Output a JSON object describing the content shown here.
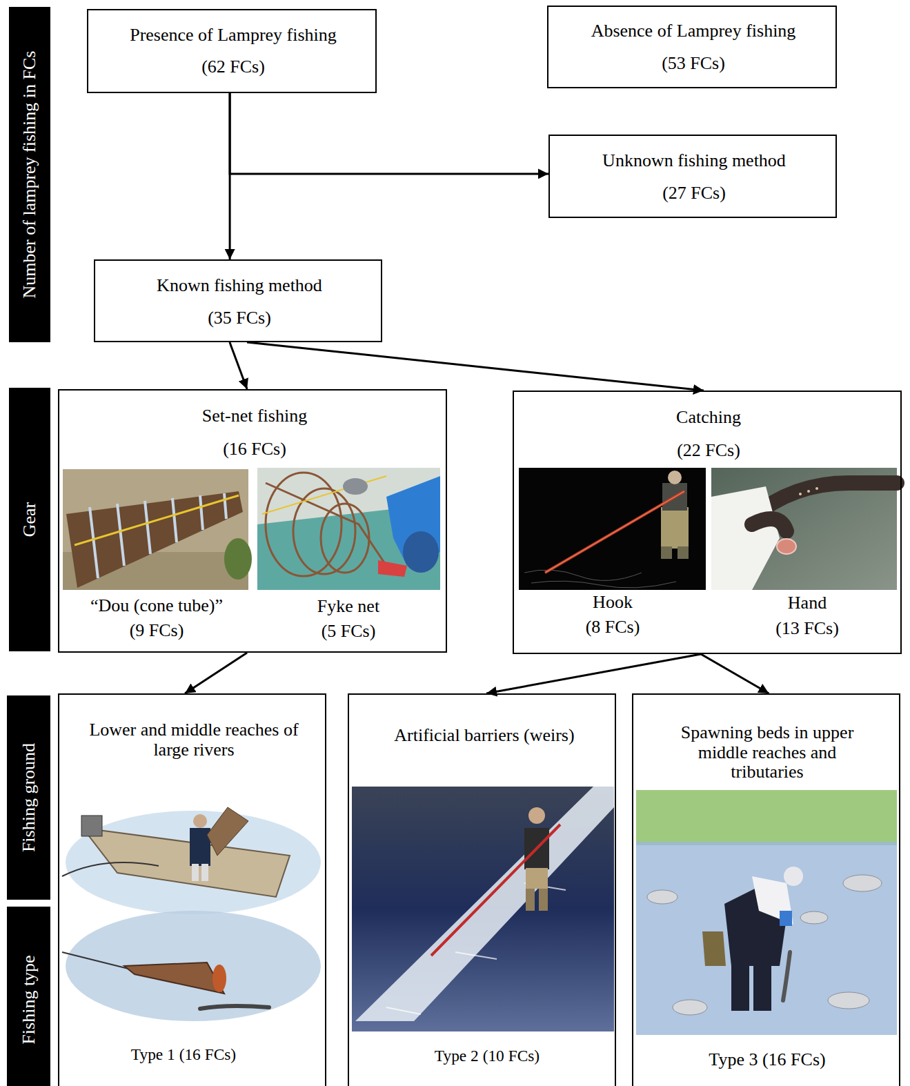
{
  "diagram": {
    "nodes": [
      {
        "text": [
          "Presence of Lamprey fishing",
          "(62 FCs)"
        ]
      },
      {
        "text": [
          "Absence of Lamprey fishing",
          "(53 FCs)"
        ]
      },
      {
        "text": [
          "Unknown fishing method",
          "(27 FCs)"
        ]
      },
      {
        "text": [
          "Known fishing method",
          "(35 FCs)"
        ]
      },
      {
        "text": [
          "Set-net fishing",
          "(16 FCs)",
          "“Dou (cone tube)”",
          "(9 FCs)",
          "Fyke net",
          "(5 FCs)"
        ]
      },
      {
        "text": [
          "Catching",
          "(22 FCs)",
          "Hook",
          "(8 FCs)",
          "Hand",
          "(13 FCs)"
        ]
      },
      {
        "text": [
          "Lower and middle reaches of large rivers",
          "Type 1 (16 FCs)"
        ]
      },
      {
        "text": [
          "Artificial barriers (weirs)",
          "Type 2 (10 FCs)"
        ]
      },
      {
        "text": [
          "Spawning beds in upper middle reaches and tributaries",
          "Type 3 (16 FCs)"
        ]
      },
      {
        "text": [
          "Number of lamprey fishing in FCs"
        ]
      },
      {
        "text": [
          "Gear"
        ]
      },
      {
        "text": [
          "Fishing ground"
        ]
      },
      {
        "text": [
          "Fishing type"
        ]
      }
    ],
    "edges": [
      {
        "from": 0,
        "to": 2,
        "arrow": "to"
      },
      {
        "from": 0,
        "to": 3,
        "arrow": "to"
      },
      {
        "from": 3,
        "to": 4,
        "arrow": "to"
      },
      {
        "from": 3,
        "to": 5,
        "arrow": "to"
      },
      {
        "from": 4,
        "to": 6,
        "arrow": "to"
      },
      {
        "from": 5,
        "to": 7,
        "arrow": "to"
      },
      {
        "from": 5,
        "to": 8,
        "arrow": "to"
      }
    ]
  }
}
